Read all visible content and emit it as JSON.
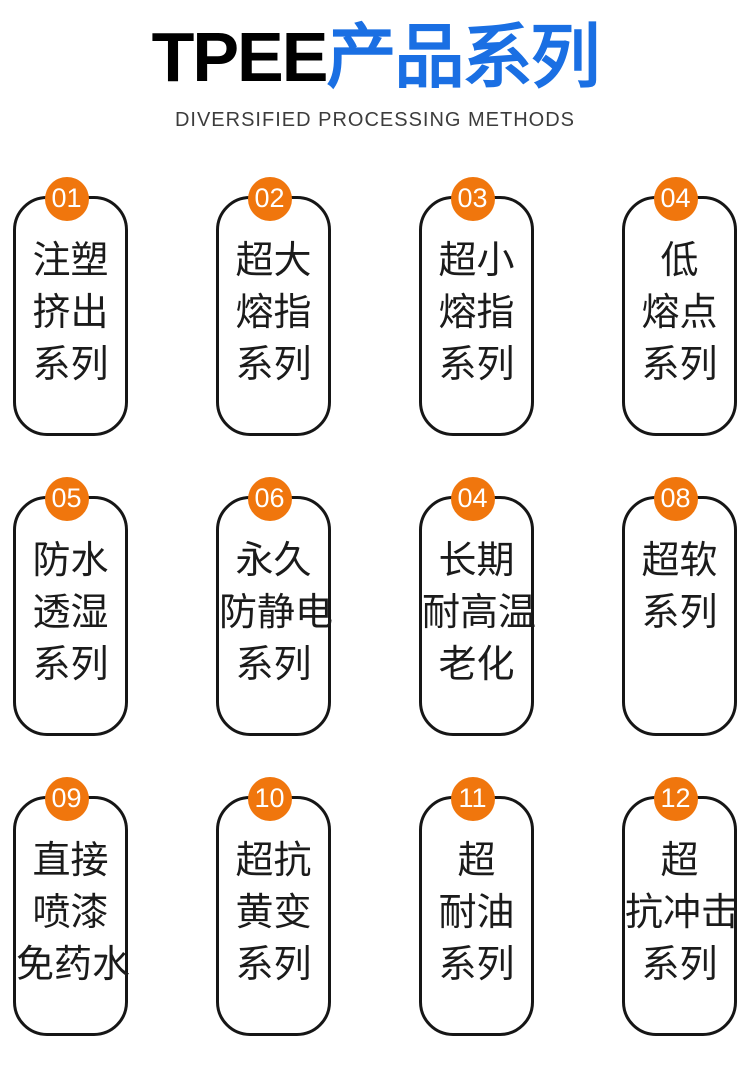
{
  "header": {
    "title_black": "TPEE",
    "title_blue": "产品系列",
    "subtitle": "DIVERSIFIED PROCESSING METHODS"
  },
  "colors": {
    "badge_orange": "#F0760D",
    "title_blue": "#1A6FE3",
    "card_border": "#161616",
    "card_text": "#1B1B1B"
  },
  "cards": [
    {
      "num": "01",
      "lines": [
        "注塑",
        "挤出",
        "系列"
      ]
    },
    {
      "num": "02",
      "lines": [
        "超大",
        "熔指",
        "系列"
      ]
    },
    {
      "num": "03",
      "lines": [
        "超小",
        "熔指",
        "系列"
      ]
    },
    {
      "num": "04",
      "lines": [
        "低",
        "熔点",
        "系列"
      ]
    },
    {
      "num": "05",
      "lines": [
        "防水",
        "透湿",
        "系列"
      ]
    },
    {
      "num": "06",
      "lines": [
        "永久",
        "防静电",
        "系列"
      ]
    },
    {
      "num": "04",
      "lines": [
        "长期",
        "耐高温",
        "老化"
      ]
    },
    {
      "num": "08",
      "lines": [
        "超软",
        "系列"
      ]
    },
    {
      "num": "09",
      "lines": [
        "直接",
        "喷漆",
        "免药水"
      ]
    },
    {
      "num": "10",
      "lines": [
        "超抗",
        "黄变",
        "系列"
      ]
    },
    {
      "num": "11",
      "lines": [
        "超",
        "耐油",
        "系列"
      ]
    },
    {
      "num": "12",
      "lines": [
        "超",
        "抗冲击",
        "系列"
      ]
    }
  ]
}
